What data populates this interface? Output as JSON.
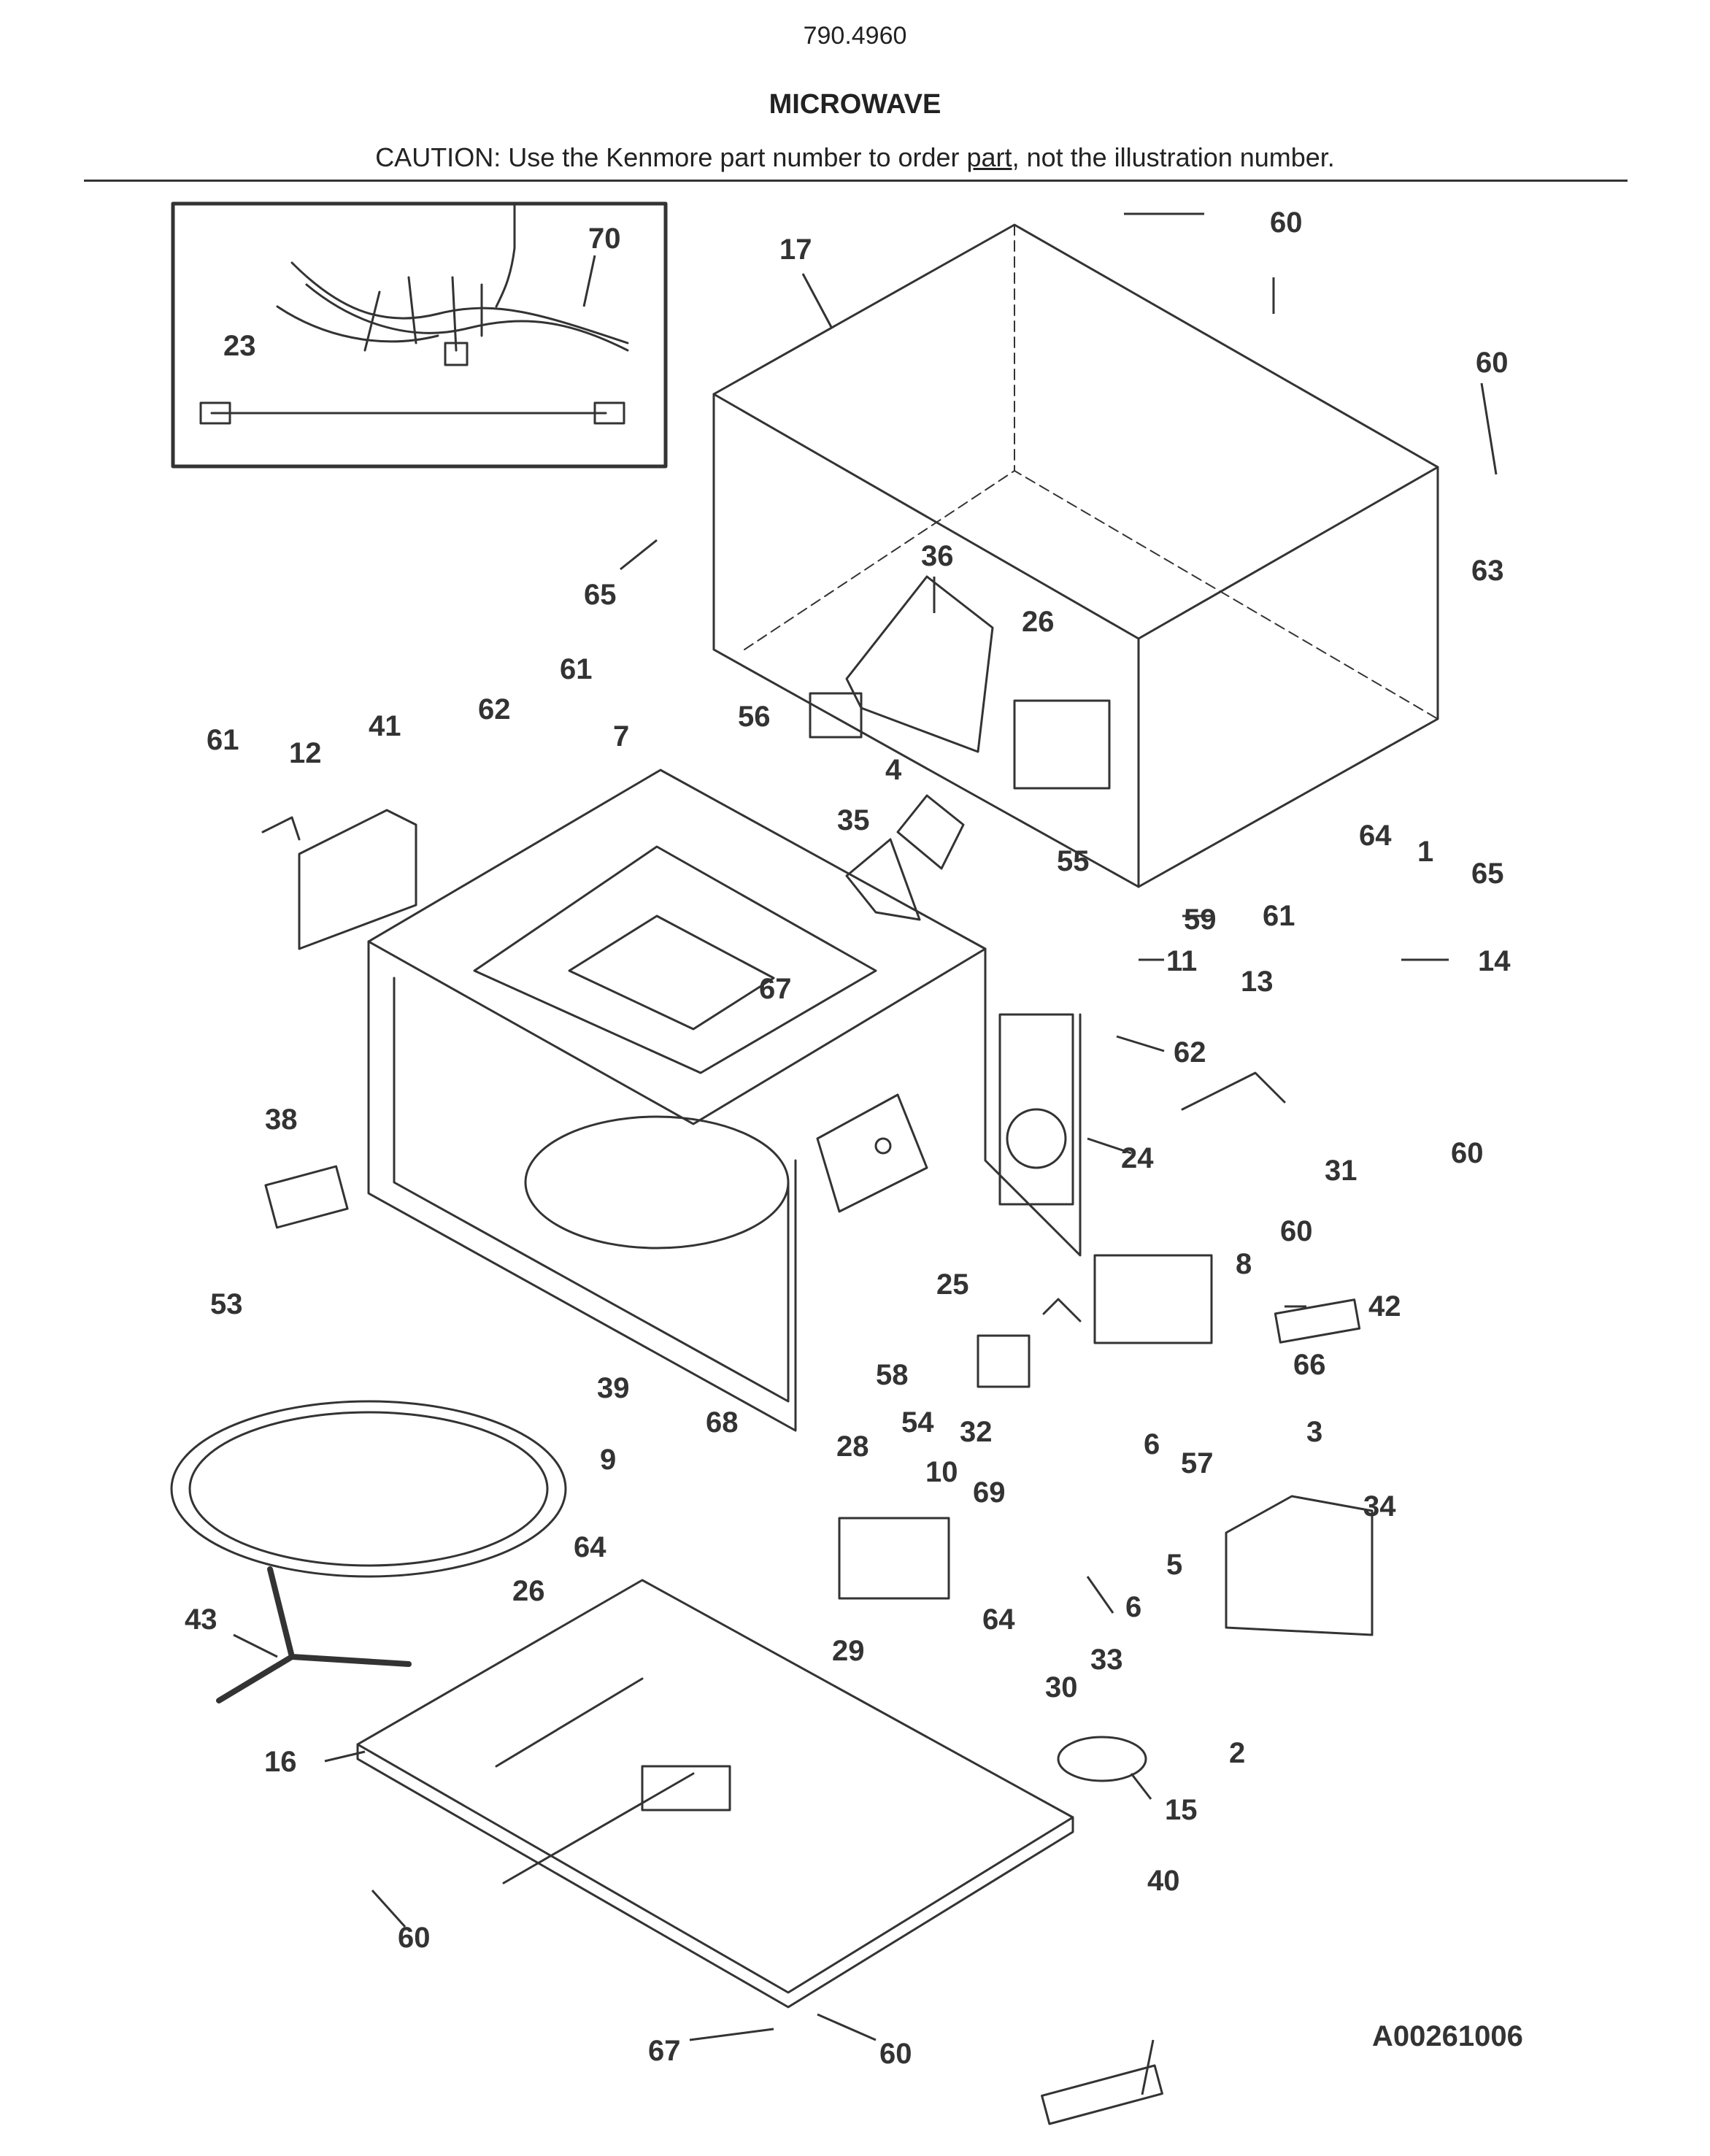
{
  "header": {
    "model_number": "790.4960",
    "title": "MICROWAVE",
    "caution_prefix": "CAUTION: Use the Kenmore part number to order ",
    "caution_underlined": "part",
    "caution_suffix": ", not the illustration number."
  },
  "diagram_code": "A00261006",
  "callouts": [
    {
      "id": "70",
      "label": "70"
    },
    {
      "id": "23",
      "label": "23"
    },
    {
      "id": "17",
      "label": "17"
    },
    {
      "id": "60a",
      "label": "60"
    },
    {
      "id": "60b",
      "label": "60"
    },
    {
      "id": "65a",
      "label": "65"
    },
    {
      "id": "36",
      "label": "36"
    },
    {
      "id": "26a",
      "label": "26"
    },
    {
      "id": "63",
      "label": "63"
    },
    {
      "id": "61a",
      "label": "61"
    },
    {
      "id": "62a",
      "label": "62"
    },
    {
      "id": "61b",
      "label": "61"
    },
    {
      "id": "12",
      "label": "12"
    },
    {
      "id": "41",
      "label": "41"
    },
    {
      "id": "7",
      "label": "7"
    },
    {
      "id": "56",
      "label": "56"
    },
    {
      "id": "4",
      "label": "4"
    },
    {
      "id": "35",
      "label": "35"
    },
    {
      "id": "55",
      "label": "55"
    },
    {
      "id": "64a",
      "label": "64"
    },
    {
      "id": "1",
      "label": "1"
    },
    {
      "id": "65b",
      "label": "65"
    },
    {
      "id": "59",
      "label": "59"
    },
    {
      "id": "61c",
      "label": "61"
    },
    {
      "id": "11",
      "label": "11"
    },
    {
      "id": "14",
      "label": "14"
    },
    {
      "id": "13",
      "label": "13"
    },
    {
      "id": "67a",
      "label": "67"
    },
    {
      "id": "62b",
      "label": "62"
    },
    {
      "id": "38",
      "label": "38"
    },
    {
      "id": "24",
      "label": "24"
    },
    {
      "id": "31",
      "label": "31"
    },
    {
      "id": "60c",
      "label": "60"
    },
    {
      "id": "60d",
      "label": "60"
    },
    {
      "id": "8",
      "label": "8"
    },
    {
      "id": "25",
      "label": "25"
    },
    {
      "id": "42",
      "label": "42"
    },
    {
      "id": "53",
      "label": "53"
    },
    {
      "id": "58",
      "label": "58"
    },
    {
      "id": "66",
      "label": "66"
    },
    {
      "id": "39",
      "label": "39"
    },
    {
      "id": "68",
      "label": "68"
    },
    {
      "id": "54",
      "label": "54"
    },
    {
      "id": "32",
      "label": "32"
    },
    {
      "id": "6a",
      "label": "6"
    },
    {
      "id": "3",
      "label": "3"
    },
    {
      "id": "28",
      "label": "28"
    },
    {
      "id": "9",
      "label": "9"
    },
    {
      "id": "57",
      "label": "57"
    },
    {
      "id": "10",
      "label": "10"
    },
    {
      "id": "69",
      "label": "69"
    },
    {
      "id": "34",
      "label": "34"
    },
    {
      "id": "64b",
      "label": "64"
    },
    {
      "id": "5",
      "label": "5"
    },
    {
      "id": "26b",
      "label": "26"
    },
    {
      "id": "6b",
      "label": "6"
    },
    {
      "id": "43",
      "label": "43"
    },
    {
      "id": "29",
      "label": "29"
    },
    {
      "id": "64c",
      "label": "64"
    },
    {
      "id": "33",
      "label": "33"
    },
    {
      "id": "30",
      "label": "30"
    },
    {
      "id": "16",
      "label": "16"
    },
    {
      "id": "2",
      "label": "2"
    },
    {
      "id": "15",
      "label": "15"
    },
    {
      "id": "60e",
      "label": "60"
    },
    {
      "id": "40",
      "label": "40"
    },
    {
      "id": "67b",
      "label": "67"
    },
    {
      "id": "60f",
      "label": "60"
    }
  ]
}
